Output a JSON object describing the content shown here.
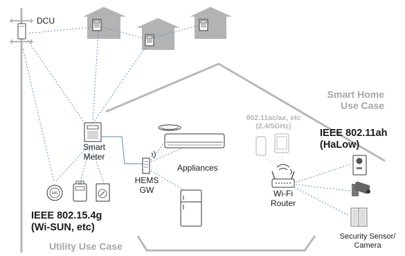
{
  "labels": {
    "dcu": "DCU",
    "smart_meter_line1": "Smart",
    "smart_meter_line2": "Meter",
    "hems_line1": "HEMS",
    "hems_line2": "GW",
    "appliances": "Appliances",
    "wifi_line1": "802.11ac/ax, etc",
    "wifi_line2": "(2.4/5GHz)",
    "halow_line1": "IEEE 802.11ah",
    "halow_line2": "(HaLow)",
    "wifi_router_line1": "Wi-Fi",
    "wifi_router_line2": "Router",
    "wisun_line1": "IEEE 802.15.4g",
    "wisun_line2": "(Wi-SUN, etc)",
    "smart_home_line1": "Smart Home",
    "smart_home_line2": "Use Case",
    "utility_use_case": "Utility Use Case",
    "security_line1": "Security Sensor/",
    "security_line2": "Camera"
  },
  "meter_display": "000",
  "colors": {
    "link_dotted": "#5b8fd6",
    "link_solid": "#6f9ad4",
    "house_outline": "#b8b8b8",
    "house_fill": "#b3b3b3",
    "text_gray": "#a6a6a6"
  }
}
